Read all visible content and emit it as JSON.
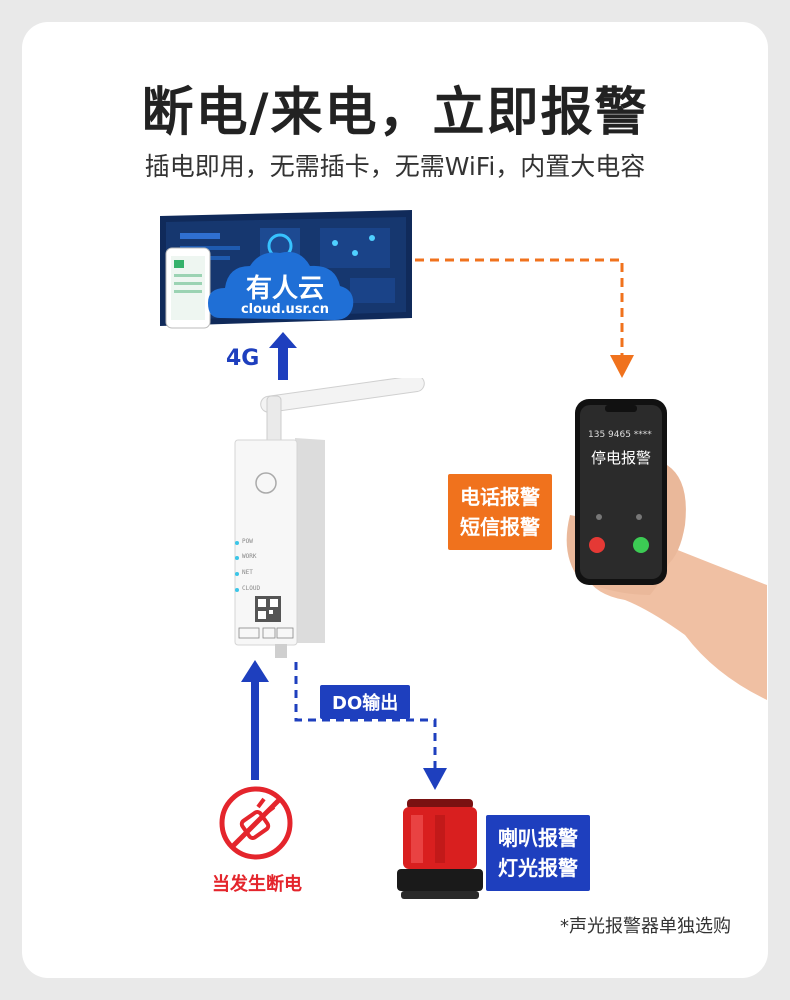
{
  "header": {
    "title": "断电/来电，立即报警",
    "subtitle": "插电即用，无需插卡，无需WiFi，内置大电容"
  },
  "cloud": {
    "name": "有人云",
    "url": "cloud.usr.cn"
  },
  "network_label": "4G",
  "phone": {
    "number": "135 9465 ****",
    "call_text": "停电报警"
  },
  "alerts": {
    "phone_call": "电话报警",
    "sms": "短信报警",
    "horn": "喇叭报警",
    "light": "灯光报警"
  },
  "device": {
    "leds": [
      "POW",
      "WORK",
      "NET",
      "CLOUD"
    ]
  },
  "do_output": "DO输出",
  "power_event": "当发生断电",
  "footnote": "*声光报警器单独选购",
  "colors": {
    "orange": "#f0721d",
    "blue": "#1e3fbe",
    "red": "#e4252c"
  }
}
